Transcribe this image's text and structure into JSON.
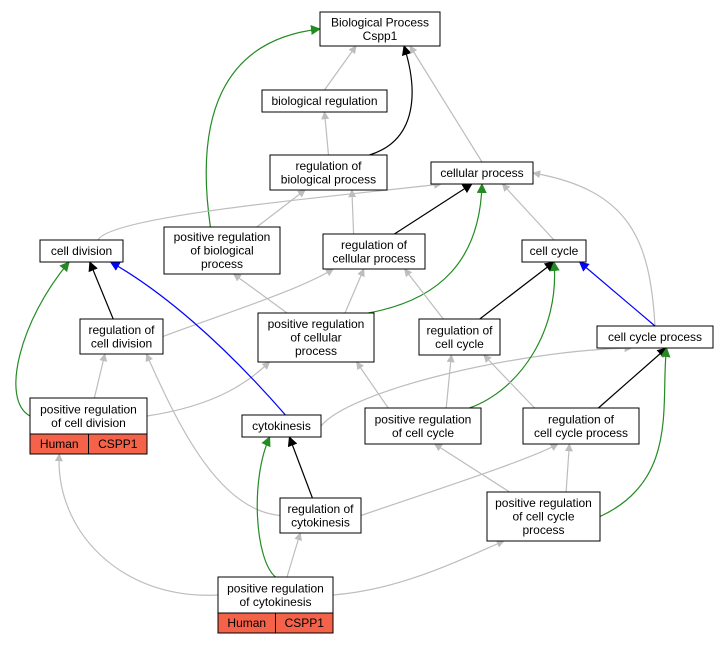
{
  "colors": {
    "is_a": "#bdbdbd",
    "part_of": "#000000",
    "positively_regulates": "#228b22",
    "regulates": "#0000ff",
    "tag_fill": "#f4624a"
  },
  "nodes": {
    "root": [
      "Biological Process",
      "Cspp1"
    ],
    "biological_regulation": [
      "biological regulation"
    ],
    "regulation_of_biological_process": [
      "regulation of",
      "biological process"
    ],
    "cellular_process": [
      "cellular process"
    ],
    "cell_division": [
      "cell division"
    ],
    "positive_regulation_of_biological_process": [
      "positive regulation",
      "of biological",
      "process"
    ],
    "regulation_of_cellular_process": [
      "regulation of",
      "cellular process"
    ],
    "cell_cycle": [
      "cell cycle"
    ],
    "regulation_of_cell_division": [
      "regulation of",
      "cell division"
    ],
    "positive_regulation_of_cellular_process": [
      "positive regulation",
      "of cellular",
      "process"
    ],
    "regulation_of_cell_cycle": [
      "regulation of",
      "cell cycle"
    ],
    "cell_cycle_process": [
      "cell cycle process"
    ],
    "positive_regulation_of_cell_division": [
      "positive regulation",
      "of cell division"
    ],
    "cytokinesis": [
      "cytokinesis"
    ],
    "positive_regulation_of_cell_cycle": [
      "positive regulation",
      "of cell cycle"
    ],
    "regulation_of_cell_cycle_process": [
      "regulation of",
      "cell cycle process"
    ],
    "regulation_of_cytokinesis": [
      "regulation of",
      "cytokinesis"
    ],
    "positive_regulation_of_cell_cycle_process": [
      "positive regulation",
      "of cell cycle",
      "process"
    ],
    "positive_regulation_of_cytokinesis": [
      "positive regulation",
      "of cytokinesis"
    ]
  },
  "tags": {
    "positive_regulation_of_cell_division": [
      "Human",
      "CSPP1"
    ],
    "positive_regulation_of_cytokinesis": [
      "Human",
      "CSPP1"
    ]
  }
}
